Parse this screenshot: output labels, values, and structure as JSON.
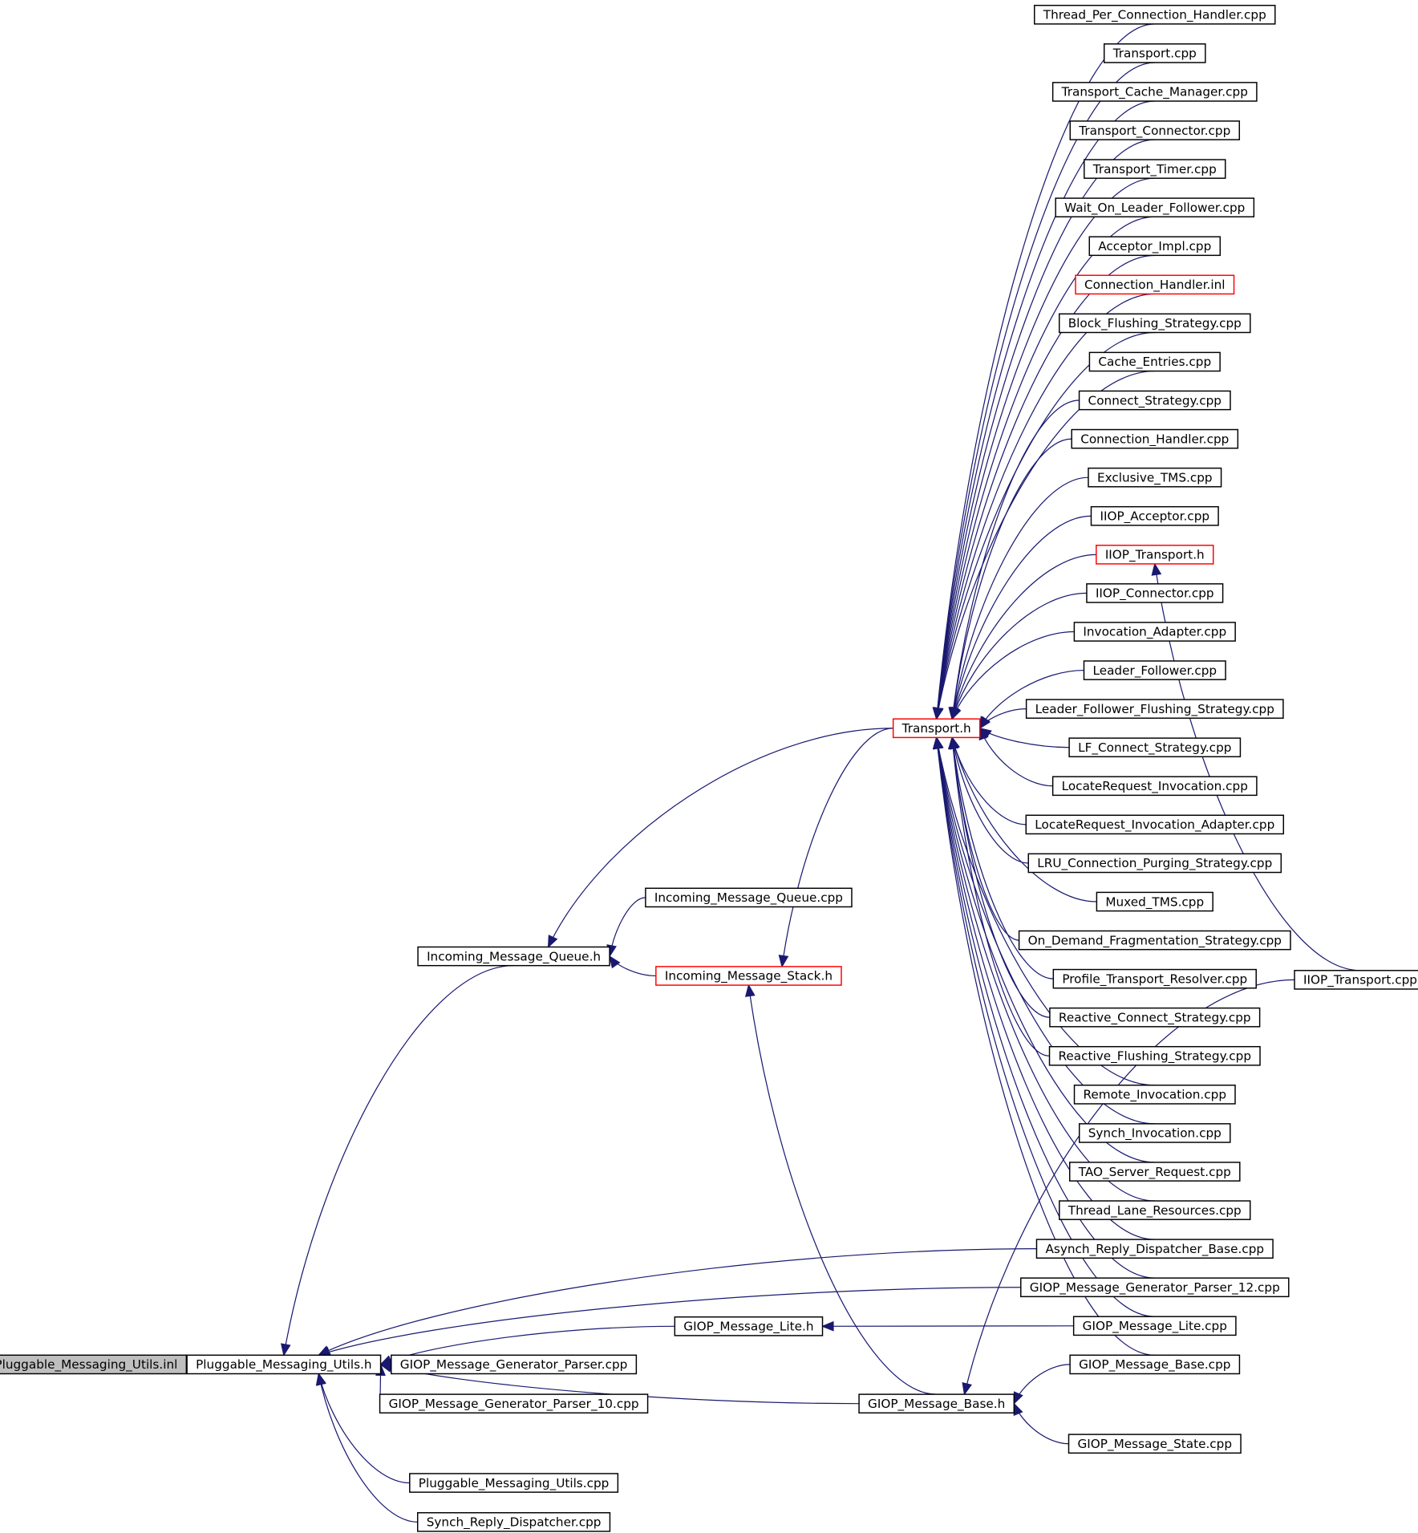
{
  "nodes": [
    {
      "id": "pmu_inl",
      "label": "Pluggable_Messaging_Utils.inl",
      "style": "gray"
    },
    {
      "id": "pmu_h",
      "label": "Pluggable_Messaging_Utils.h",
      "style": "normal"
    },
    {
      "id": "imq_h",
      "label": "Incoming_Message_Queue.h",
      "style": "normal"
    },
    {
      "id": "imq_cpp",
      "label": "Incoming_Message_Queue.cpp",
      "style": "normal"
    },
    {
      "id": "ims_h",
      "label": "Incoming_Message_Stack.h",
      "style": "red"
    },
    {
      "id": "transport_h",
      "label": "Transport.h",
      "style": "red"
    },
    {
      "id": "gml_h",
      "label": "GIOP_Message_Lite.h",
      "style": "normal"
    },
    {
      "id": "gmb_h",
      "label": "GIOP_Message_Base.h",
      "style": "normal"
    },
    {
      "id": "gmgp_cpp",
      "label": "GIOP_Message_Generator_Parser.cpp",
      "style": "normal"
    },
    {
      "id": "gmgp10_cpp",
      "label": "GIOP_Message_Generator_Parser_10.cpp",
      "style": "normal"
    },
    {
      "id": "pmu_cpp",
      "label": "Pluggable_Messaging_Utils.cpp",
      "style": "normal"
    },
    {
      "id": "srd_cpp",
      "label": "Synch_Reply_Dispatcher.cpp",
      "style": "normal"
    },
    {
      "id": "tpch_cpp",
      "label": "Thread_Per_Connection_Handler.cpp",
      "style": "normal"
    },
    {
      "id": "transport_cpp",
      "label": "Transport.cpp",
      "style": "normal"
    },
    {
      "id": "tcm_cpp",
      "label": "Transport_Cache_Manager.cpp",
      "style": "normal"
    },
    {
      "id": "tconn_cpp",
      "label": "Transport_Connector.cpp",
      "style": "normal"
    },
    {
      "id": "ttimer_cpp",
      "label": "Transport_Timer.cpp",
      "style": "normal"
    },
    {
      "id": "wolf_cpp",
      "label": "Wait_On_Leader_Follower.cpp",
      "style": "normal"
    },
    {
      "id": "acc_impl_cpp",
      "label": "Acceptor_Impl.cpp",
      "style": "normal"
    },
    {
      "id": "ch_inl",
      "label": "Connection_Handler.inl",
      "style": "red"
    },
    {
      "id": "bfs_cpp",
      "label": "Block_Flushing_Strategy.cpp",
      "style": "normal"
    },
    {
      "id": "ce_cpp",
      "label": "Cache_Entries.cpp",
      "style": "normal"
    },
    {
      "id": "cs_cpp",
      "label": "Connect_Strategy.cpp",
      "style": "normal"
    },
    {
      "id": "ch_cpp",
      "label": "Connection_Handler.cpp",
      "style": "normal"
    },
    {
      "id": "etms_cpp",
      "label": "Exclusive_TMS.cpp",
      "style": "normal"
    },
    {
      "id": "iiopacc_cpp",
      "label": "IIOP_Acceptor.cpp",
      "style": "normal"
    },
    {
      "id": "iioptr_h",
      "label": "IIOP_Transport.h",
      "style": "red"
    },
    {
      "id": "iiopconn_cpp",
      "label": "IIOP_Connector.cpp",
      "style": "normal"
    },
    {
      "id": "ia_cpp",
      "label": "Invocation_Adapter.cpp",
      "style": "normal"
    },
    {
      "id": "lf_cpp",
      "label": "Leader_Follower.cpp",
      "style": "normal"
    },
    {
      "id": "lffs_cpp",
      "label": "Leader_Follower_Flushing_Strategy.cpp",
      "style": "normal"
    },
    {
      "id": "lfcs_cpp",
      "label": "LF_Connect_Strategy.cpp",
      "style": "normal"
    },
    {
      "id": "lri_cpp",
      "label": "LocateRequest_Invocation.cpp",
      "style": "normal"
    },
    {
      "id": "lria_cpp",
      "label": "LocateRequest_Invocation_Adapter.cpp",
      "style": "normal"
    },
    {
      "id": "lrucps_cpp",
      "label": "LRU_Connection_Purging_Strategy.cpp",
      "style": "normal"
    },
    {
      "id": "mtms_cpp",
      "label": "Muxed_TMS.cpp",
      "style": "normal"
    },
    {
      "id": "odfs_cpp",
      "label": "On_Demand_Fragmentation_Strategy.cpp",
      "style": "normal"
    },
    {
      "id": "ptr_cpp",
      "label": "Profile_Transport_Resolver.cpp",
      "style": "normal"
    },
    {
      "id": "rcs_cpp",
      "label": "Reactive_Connect_Strategy.cpp",
      "style": "normal"
    },
    {
      "id": "rfs_cpp",
      "label": "Reactive_Flushing_Strategy.cpp",
      "style": "normal"
    },
    {
      "id": "ri_cpp",
      "label": "Remote_Invocation.cpp",
      "style": "normal"
    },
    {
      "id": "si_cpp",
      "label": "Synch_Invocation.cpp",
      "style": "normal"
    },
    {
      "id": "tsr_cpp",
      "label": "TAO_Server_Request.cpp",
      "style": "normal"
    },
    {
      "id": "tlr_cpp",
      "label": "Thread_Lane_Resources.cpp",
      "style": "normal"
    },
    {
      "id": "ardb_cpp",
      "label": "Asynch_Reply_Dispatcher_Base.cpp",
      "style": "normal"
    },
    {
      "id": "gmgp12_cpp",
      "label": "GIOP_Message_Generator_Parser_12.cpp",
      "style": "normal"
    },
    {
      "id": "gml_cpp",
      "label": "GIOP_Message_Lite.cpp",
      "style": "normal"
    },
    {
      "id": "gmb_cpp",
      "label": "GIOP_Message_Base.cpp",
      "style": "normal"
    },
    {
      "id": "gms_cpp",
      "label": "GIOP_Message_State.cpp",
      "style": "normal"
    },
    {
      "id": "iioptr_cpp",
      "label": "IIOP_Transport.cpp",
      "style": "normal"
    }
  ],
  "edges": [
    {
      "from": "pmu_h",
      "to": "pmu_inl"
    },
    {
      "from": "imq_h",
      "to": "pmu_h"
    },
    {
      "from": "gmgp_cpp",
      "to": "pmu_h"
    },
    {
      "from": "gmgp10_cpp",
      "to": "pmu_h"
    },
    {
      "from": "pmu_cpp",
      "to": "pmu_h"
    },
    {
      "from": "srd_cpp",
      "to": "pmu_h"
    },
    {
      "from": "gml_h",
      "to": "pmu_h"
    },
    {
      "from": "gmb_h",
      "to": "pmu_h"
    },
    {
      "from": "ardb_cpp",
      "to": "pmu_h"
    },
    {
      "from": "gmgp12_cpp",
      "to": "pmu_h"
    },
    {
      "from": "imq_cpp",
      "to": "imq_h"
    },
    {
      "from": "ims_h",
      "to": "imq_h"
    },
    {
      "from": "transport_h",
      "to": "imq_h"
    },
    {
      "from": "transport_h",
      "to": "ims_h"
    },
    {
      "from": "gmb_h",
      "to": "ims_h"
    },
    {
      "from": "gml_cpp",
      "to": "gml_h"
    },
    {
      "from": "gmb_cpp",
      "to": "gmb_h"
    },
    {
      "from": "iioptr_cpp",
      "to": "gmb_h"
    },
    {
      "from": "gms_cpp",
      "to": "gmb_h"
    },
    {
      "from": "iioptr_cpp",
      "to": "iioptr_h"
    },
    {
      "from": "tpch_cpp",
      "to": "transport_h"
    },
    {
      "from": "transport_cpp",
      "to": "transport_h"
    },
    {
      "from": "tcm_cpp",
      "to": "transport_h"
    },
    {
      "from": "tconn_cpp",
      "to": "transport_h"
    },
    {
      "from": "ttimer_cpp",
      "to": "transport_h"
    },
    {
      "from": "wolf_cpp",
      "to": "transport_h"
    },
    {
      "from": "acc_impl_cpp",
      "to": "transport_h"
    },
    {
      "from": "ch_inl",
      "to": "transport_h"
    },
    {
      "from": "bfs_cpp",
      "to": "transport_h"
    },
    {
      "from": "ce_cpp",
      "to": "transport_h"
    },
    {
      "from": "cs_cpp",
      "to": "transport_h"
    },
    {
      "from": "ch_cpp",
      "to": "transport_h"
    },
    {
      "from": "etms_cpp",
      "to": "transport_h"
    },
    {
      "from": "iiopacc_cpp",
      "to": "transport_h"
    },
    {
      "from": "iioptr_h",
      "to": "transport_h"
    },
    {
      "from": "iiopconn_cpp",
      "to": "transport_h"
    },
    {
      "from": "ia_cpp",
      "to": "transport_h"
    },
    {
      "from": "lf_cpp",
      "to": "transport_h"
    },
    {
      "from": "lffs_cpp",
      "to": "transport_h"
    },
    {
      "from": "lfcs_cpp",
      "to": "transport_h"
    },
    {
      "from": "lri_cpp",
      "to": "transport_h"
    },
    {
      "from": "lria_cpp",
      "to": "transport_h"
    },
    {
      "from": "lrucps_cpp",
      "to": "transport_h"
    },
    {
      "from": "mtms_cpp",
      "to": "transport_h"
    },
    {
      "from": "odfs_cpp",
      "to": "transport_h"
    },
    {
      "from": "ptr_cpp",
      "to": "transport_h"
    },
    {
      "from": "rcs_cpp",
      "to": "transport_h"
    },
    {
      "from": "rfs_cpp",
      "to": "transport_h"
    },
    {
      "from": "ri_cpp",
      "to": "transport_h"
    },
    {
      "from": "si_cpp",
      "to": "transport_h"
    },
    {
      "from": "tsr_cpp",
      "to": "transport_h"
    },
    {
      "from": "tlr_cpp",
      "to": "transport_h"
    },
    {
      "from": "ardb_cpp",
      "to": "transport_h"
    },
    {
      "from": "gmgp12_cpp",
      "to": "transport_h"
    },
    {
      "from": "gml_cpp",
      "to": "transport_h"
    },
    {
      "from": "gmb_cpp",
      "to": "transport_h"
    }
  ]
}
